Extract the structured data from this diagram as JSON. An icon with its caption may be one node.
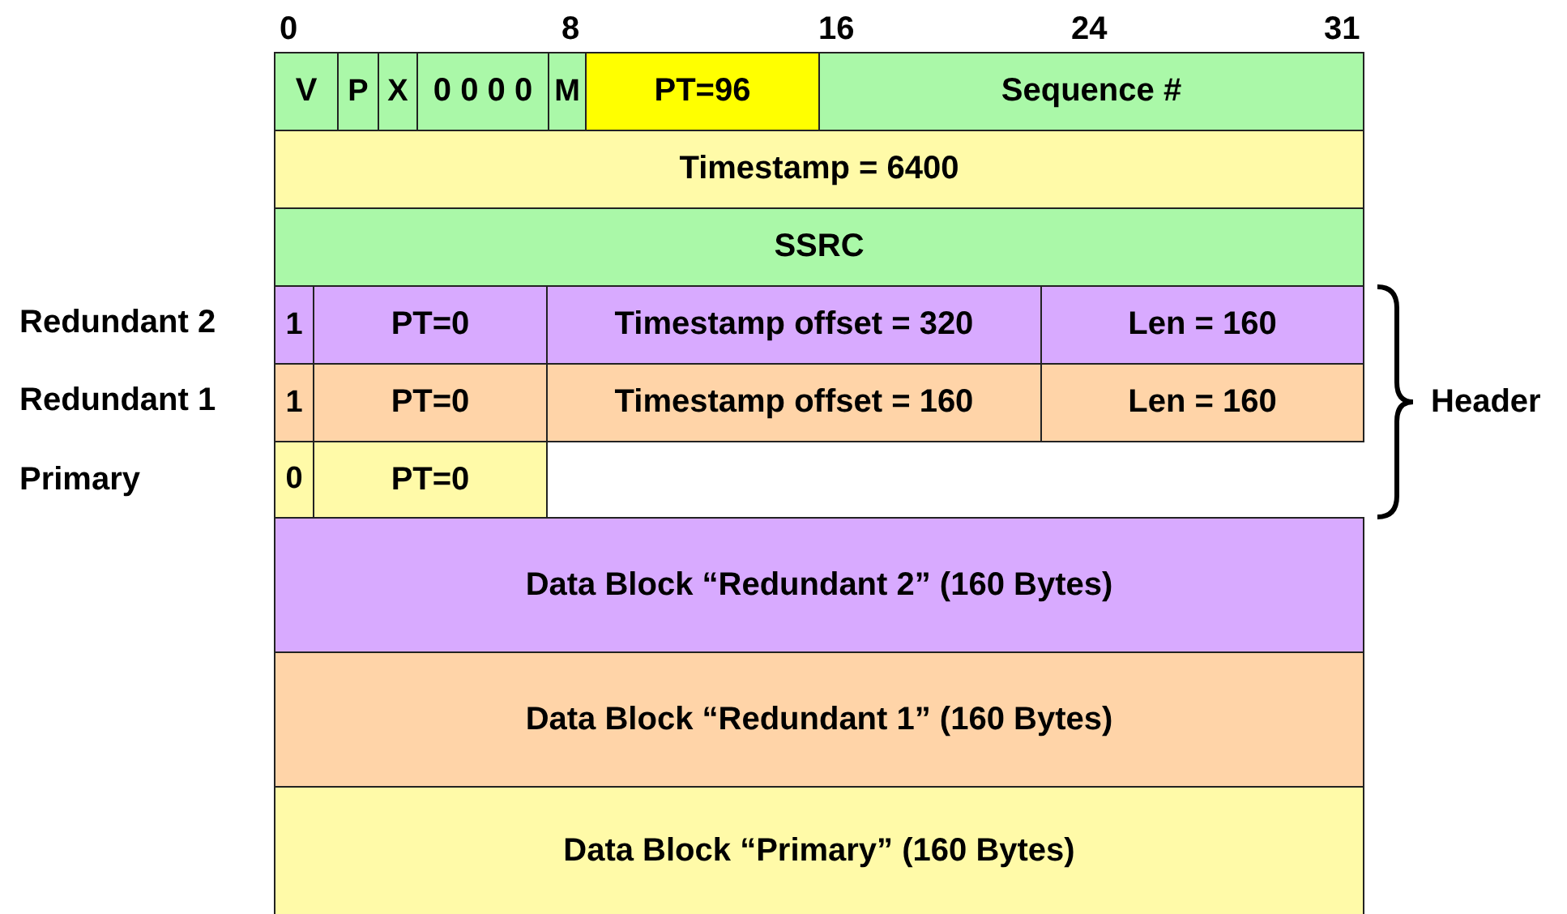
{
  "diagram": {
    "nodes": [
      {
        "text": [
          "V"
        ]
      },
      {
        "text": [
          "P"
        ]
      },
      {
        "text": [
          "X"
        ]
      },
      {
        "text": [
          "0 0 0 0"
        ]
      },
      {
        "text": [
          "M"
        ]
      },
      {
        "text": [
          "PT=96"
        ]
      },
      {
        "text": [
          "Sequence #"
        ]
      },
      {
        "text": [
          "Timestamp = 6400"
        ]
      },
      {
        "text": [
          "SSRC"
        ]
      },
      {
        "text": [
          "1"
        ]
      },
      {
        "text": [
          "PT=0"
        ]
      },
      {
        "text": [
          "Timestamp offset = 320"
        ]
      },
      {
        "text": [
          "Len = 160"
        ]
      },
      {
        "text": [
          "1"
        ]
      },
      {
        "text": [
          "PT=0"
        ]
      },
      {
        "text": [
          "Timestamp offset = 160"
        ]
      },
      {
        "text": [
          "Len = 160"
        ]
      },
      {
        "text": [
          "0"
        ]
      },
      {
        "text": [
          "PT=0"
        ]
      },
      {
        "text": [
          "Data Block “Redundant 2” (160 Bytes)"
        ]
      },
      {
        "text": [
          "Data Block “Redundant 1” (160 Bytes)"
        ]
      },
      {
        "text": [
          "Data Block “Primary” (160 Bytes)"
        ]
      }
    ],
    "labels": [
      "0",
      "8",
      "16",
      "24",
      "31",
      "Redundant 2",
      "Redundant 1",
      "Primary",
      "Header"
    ]
  }
}
